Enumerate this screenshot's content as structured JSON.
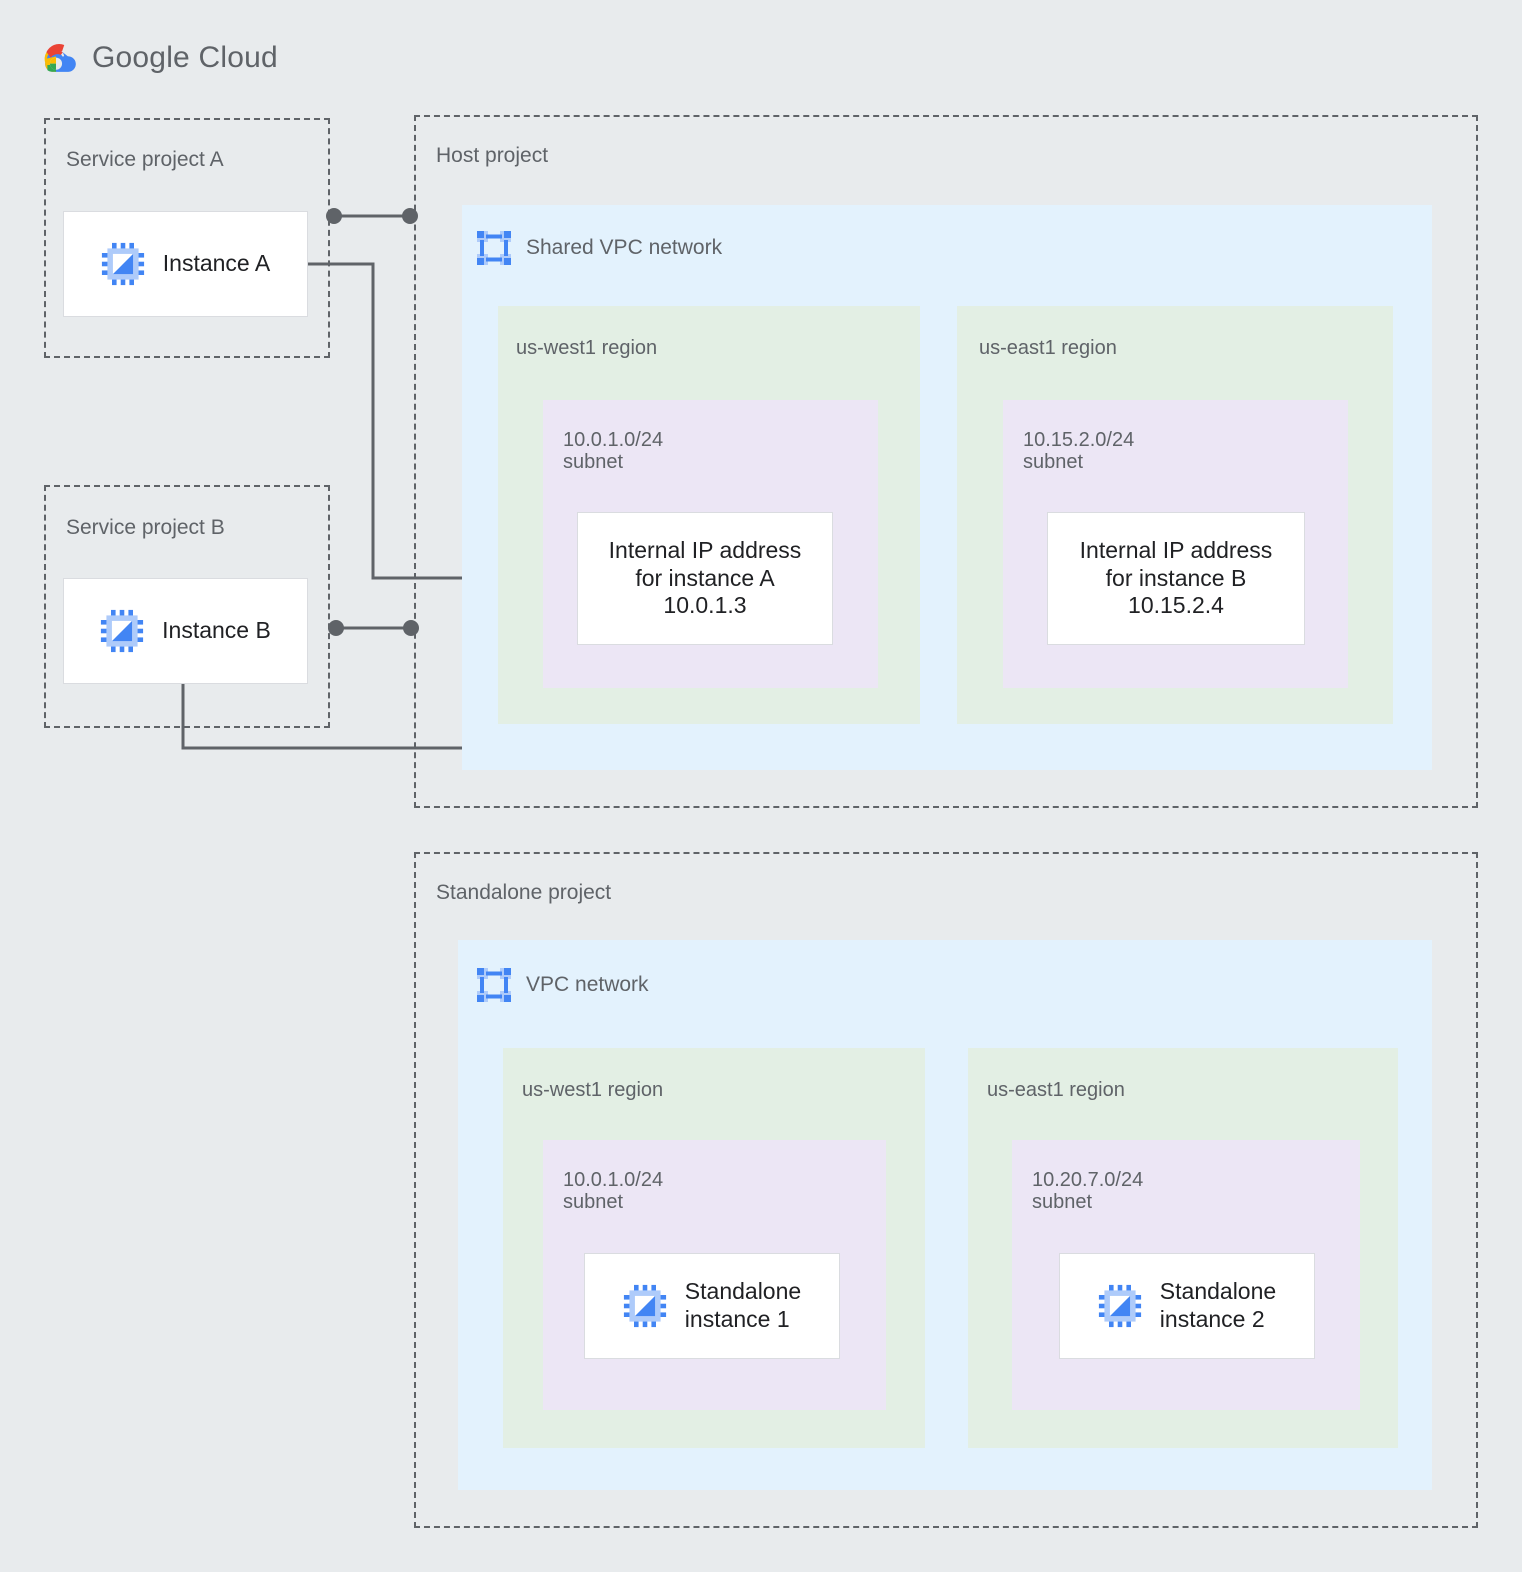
{
  "brand": {
    "name_bold": "Google",
    "name_light": " Cloud",
    "logo_icon": "google-cloud-logo"
  },
  "projects": [
    {
      "id": "service-a",
      "label": "Service project A"
    },
    {
      "id": "service-b",
      "label": "Service project B"
    },
    {
      "id": "host",
      "label": "Host project"
    },
    {
      "id": "standalone",
      "label": "Standalone project"
    }
  ],
  "networks": [
    {
      "id": "shared-vpc",
      "title": "Shared VPC network",
      "icon": "vpc-network-icon"
    },
    {
      "id": "vpc",
      "title": "VPC network",
      "icon": "vpc-network-icon"
    }
  ],
  "host_project": {
    "regions": [
      {
        "id": "host-us-west1",
        "label": "us-west1 region",
        "subnet": {
          "cidr": "10.0.1.0/24",
          "kind": "subnet",
          "label": "10.0.1.0/24\nsubnet",
          "card": {
            "id": "internal-ip-instance-a",
            "text": "Internal IP address\nfor instance A\n10.0.1.3",
            "ip": "10.0.1.3"
          }
        }
      },
      {
        "id": "host-us-east1",
        "label": "us-east1 region",
        "subnet": {
          "cidr": "10.15.2.0/24",
          "kind": "subnet",
          "label": "10.15.2.0/24\nsubnet",
          "card": {
            "id": "internal-ip-instance-b",
            "text": "Internal IP address\nfor instance B\n10.15.2.4",
            "ip": "10.15.2.4"
          }
        }
      }
    ]
  },
  "standalone_project": {
    "regions": [
      {
        "id": "standalone-us-west1",
        "label": "us-west1 region",
        "subnet": {
          "cidr": "10.0.1.0/24",
          "kind": "subnet",
          "label": "10.0.1.0/24\nsubnet",
          "card": {
            "id": "standalone-instance-1",
            "text": "Standalone\ninstance 1",
            "icon": "vm-instance-icon"
          }
        }
      },
      {
        "id": "standalone-us-east1",
        "label": "us-east1 region",
        "subnet": {
          "cidr": "10.20.7.0/24",
          "kind": "subnet",
          "label": "10.20.7.0/24\nsubnet",
          "card": {
            "id": "standalone-instance-2",
            "text": "Standalone\ninstance 2",
            "icon": "vm-instance-icon"
          }
        }
      }
    ]
  },
  "instances": [
    {
      "id": "instance-a",
      "label": "Instance A",
      "icon": "vm-instance-icon"
    },
    {
      "id": "instance-b",
      "label": "Instance B",
      "icon": "vm-instance-icon"
    }
  ],
  "colors": {
    "page_background": "#e8ebed",
    "vpc_fill": "#e3f2fd",
    "region_fill": "#e3efe4",
    "subnet_fill": "#ece6f5",
    "card_fill": "#ffffff",
    "card_border": "#dadce0",
    "dashed_border": "#5f6368",
    "label_text": "#5f6368",
    "body_text": "#202124",
    "connector": "#5f6368",
    "icon_blue": "#4285f4",
    "icon_blue_light": "#aecbfa",
    "logo_red": "#ea4335",
    "logo_yellow": "#fbbc04",
    "logo_green": "#34a853",
    "logo_blue": "#4285f4"
  }
}
